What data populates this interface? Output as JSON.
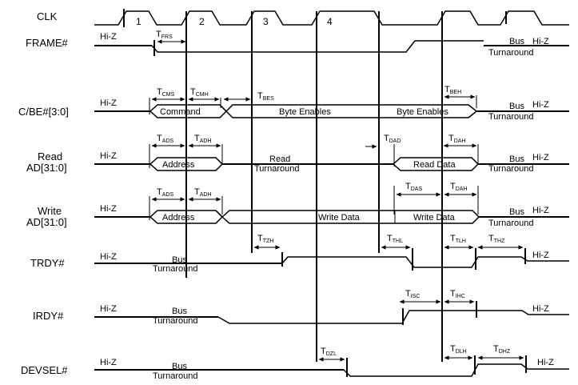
{
  "signals": {
    "clk": "CLK",
    "frame": "FRAME#",
    "cbe": "C/BE#[3:0]",
    "read_l1": "Read",
    "read_l2": "AD[31:0]",
    "write_l1": "Write",
    "write_l2": "AD[31:0]",
    "trdy": "TRDY#",
    "irdy": "IRDY#",
    "devsel": "DEVSEL#"
  },
  "clock_numbers": [
    "1",
    "2",
    "3",
    "4"
  ],
  "labels": {
    "hiz": "Hi-Z",
    "bus": "Bus",
    "turnaround": "Turnaround",
    "command": "Command",
    "byte_enables": "Byte Enables",
    "address": "Address",
    "read": "Read",
    "read_data": "Read Data",
    "write_data": "Write Data"
  },
  "timings": {
    "frs": {
      "main": "T",
      "sub": "FRS"
    },
    "cms": {
      "main": "T",
      "sub": "CMS"
    },
    "cmh": {
      "main": "T",
      "sub": "CMH"
    },
    "bes": {
      "main": "T",
      "sub": "BES"
    },
    "beh": {
      "main": "T",
      "sub": "BEH"
    },
    "ads_r": {
      "main": "T",
      "sub": "ADS"
    },
    "adh_r": {
      "main": "T",
      "sub": "ADH"
    },
    "dad": {
      "main": "T",
      "sub": "DAD"
    },
    "dah_r": {
      "main": "T",
      "sub": "DAH"
    },
    "ads_w": {
      "main": "T",
      "sub": "ADS"
    },
    "adh_w": {
      "main": "T",
      "sub": "ADH"
    },
    "das": {
      "main": "T",
      "sub": "DAS"
    },
    "dah_w": {
      "main": "T",
      "sub": "DAH"
    },
    "tzh": {
      "main": "T",
      "sub": "TZH"
    },
    "thl": {
      "main": "T",
      "sub": "THL"
    },
    "tlh": {
      "main": "T",
      "sub": "TLH"
    },
    "thz": {
      "main": "T",
      "sub": "THZ"
    },
    "isc": {
      "main": "T",
      "sub": "ISC"
    },
    "ihc": {
      "main": "T",
      "sub": "IHC"
    },
    "dzl": {
      "main": "T",
      "sub": "DZL"
    },
    "dlh": {
      "main": "T",
      "sub": "DLH"
    },
    "dhz": {
      "main": "T",
      "sub": "DHZ"
    }
  }
}
